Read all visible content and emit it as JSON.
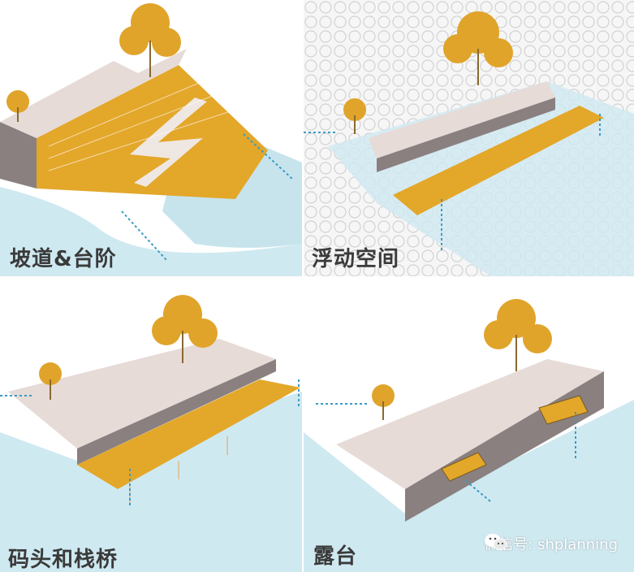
{
  "panels": [
    {
      "caption": "坡道&台阶"
    },
    {
      "caption": "浮动空间"
    },
    {
      "caption": "码头和栈桥"
    },
    {
      "caption": "露台"
    }
  ],
  "watermark": {
    "text": "微信号: shplanning",
    "icon": "wechat-icon"
  },
  "colors": {
    "water": "#cfe9f1",
    "water_deep": "#b5dcea",
    "deck": "#e3a72a",
    "plaza": "#e6dbd7",
    "wall": "#8a8080",
    "tree": "#e0a42a",
    "arrow": "#3a9bc4"
  }
}
